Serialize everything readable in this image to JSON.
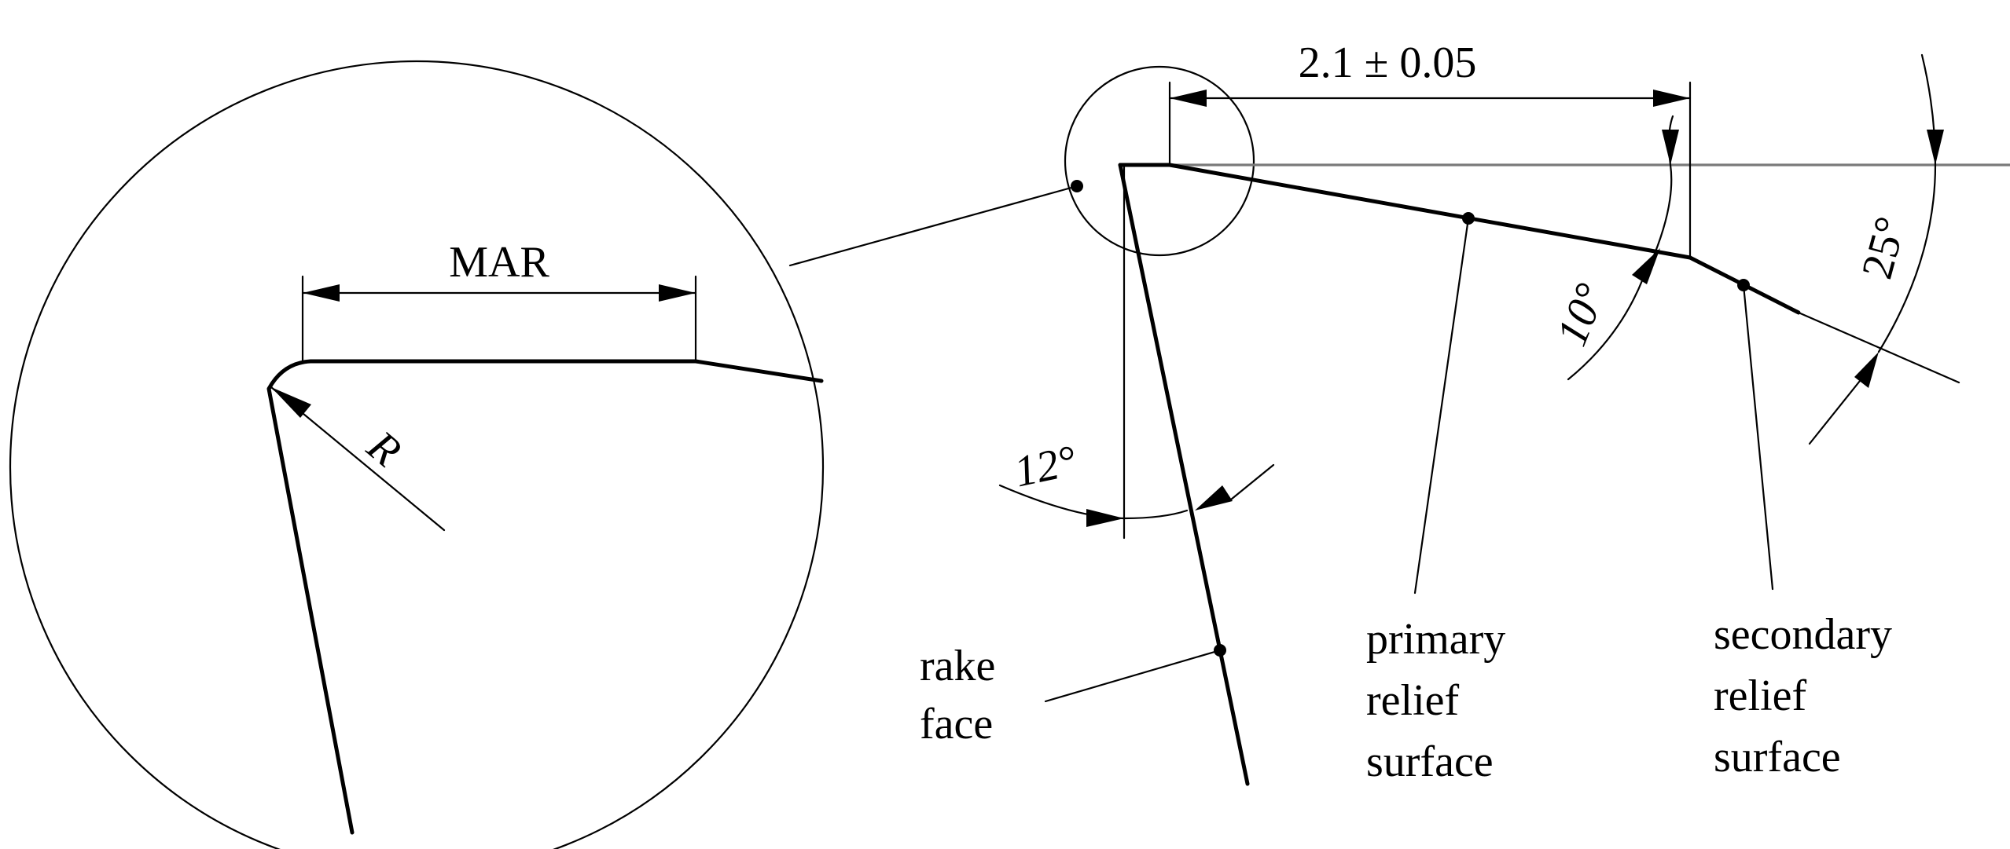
{
  "diagram": {
    "detail": {
      "mar_label": "MAR",
      "radius_label": "R"
    },
    "main": {
      "length_dimension": "2.1 ± 0.05",
      "rake_angle": "12°",
      "primary_relief_angle": "10°",
      "secondary_relief_angle": "25°",
      "rake_face_label": [
        "rake",
        "face"
      ],
      "primary_relief_label": [
        "primary",
        "relief",
        "surface"
      ],
      "secondary_relief_label": [
        "secondary",
        "relief",
        "surface"
      ]
    }
  }
}
